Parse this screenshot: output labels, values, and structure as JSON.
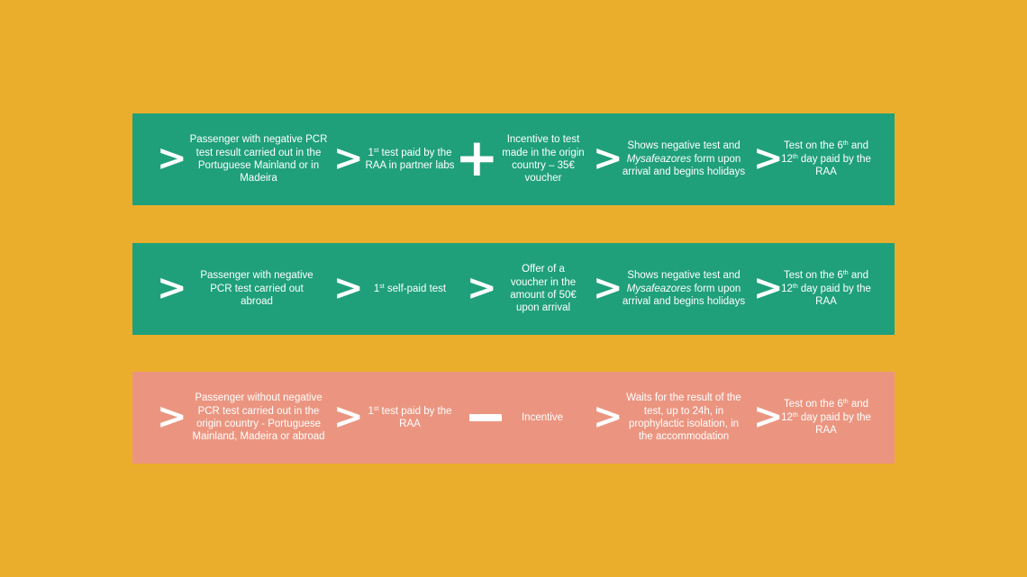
{
  "rows": [
    {
      "color": "#1FA07A",
      "step1": "Passenger with negative PCR test result carried out in the Portuguese Mainland or in Madeira",
      "step2": {
        "ord": "1",
        "sup": "st",
        "rest": " test paid by the RAA in partner labs"
      },
      "connector": "+",
      "step3": "Incentive to test made in the origin country – 35€ voucher",
      "step4": {
        "pre": "Shows negative test and ",
        "italic": "Mysafeazores",
        "post": " form upon arrival and begins holidays"
      },
      "step5": {
        "a": "Test on the 6",
        "sup1": "th",
        "b": " and 12",
        "sup2": "th",
        "c": " day paid by the RAA"
      }
    },
    {
      "color": "#1FA07A",
      "step1": "Passenger with negative PCR test carried out abroad",
      "step2": {
        "ord": "1",
        "sup": "st",
        "rest": " self-paid test"
      },
      "connector": ">",
      "step3": "Offer of a voucher in the amount of 50€ upon arrival",
      "step4": {
        "pre": "Shows negative test and ",
        "italic": "Mysafeazores",
        "post": " form upon arrival and begins holidays"
      },
      "step5": {
        "a": "Test on the 6",
        "sup1": "th",
        "b": " and 12",
        "sup2": "th",
        "c": " day paid by the RAA"
      }
    },
    {
      "color": "#EB9580",
      "step1": "Passenger without  negative PCR test carried out in the origin country - Portuguese Mainland, Madeira or abroad",
      "step2": {
        "ord": "1",
        "sup": "st",
        "rest": " test paid by the RAA"
      },
      "connector": "-",
      "step3": "Incentive",
      "step4": {
        "pre": "Waits for the result of the test, up to 24h, in prophylactic isolation, in the accommodation",
        "italic": "",
        "post": ""
      },
      "step5": {
        "a": "Test on the 6",
        "sup1": "th",
        "b": " and 12",
        "sup2": "th",
        "c": " day paid by the RAA"
      }
    }
  ],
  "arrow_glyph": ">",
  "plus_glyph": "+",
  "colors": {
    "background": "#EBAE2C",
    "green": "#1FA07A",
    "salmon": "#EB9580",
    "text": "#FFFFFF"
  }
}
